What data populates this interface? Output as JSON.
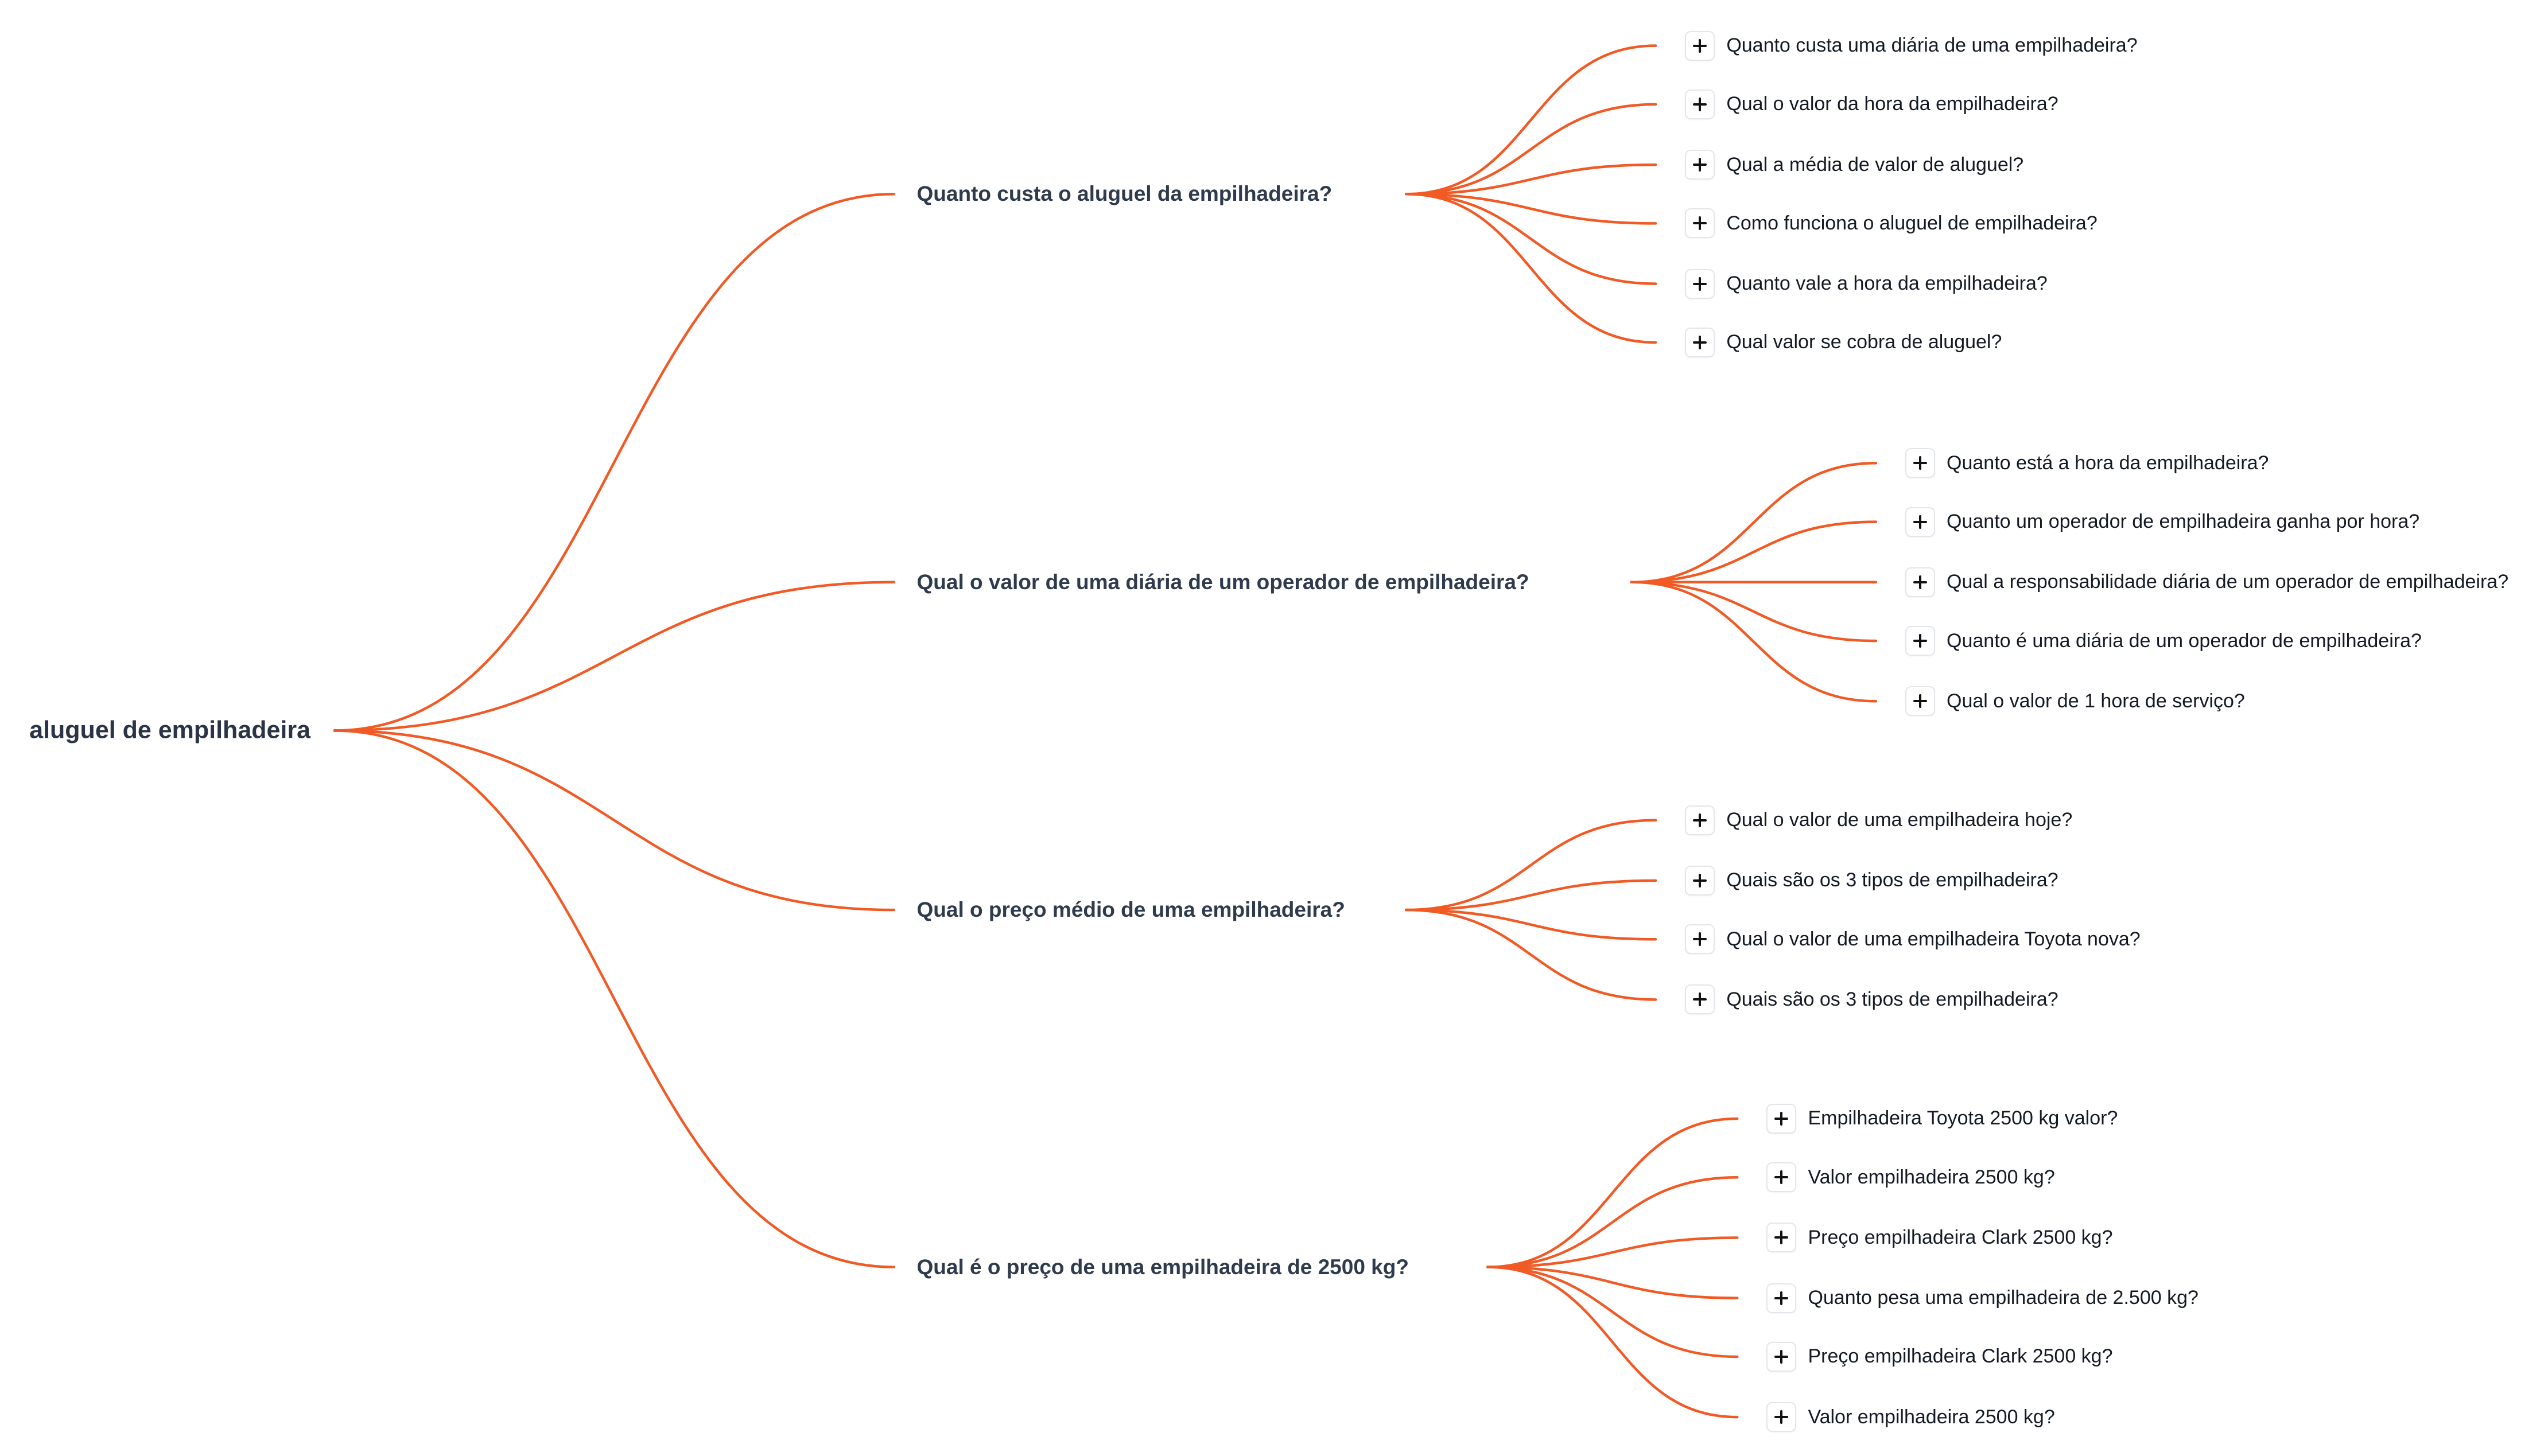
{
  "theme": {
    "link_color": "#f15a24",
    "root_color": "#2b3446",
    "branch_color": "#2f3a4d",
    "leaf_color": "#141a24"
  },
  "icons": {
    "expand": "plus-icon"
  },
  "root": {
    "label": "aluguel de empilhadeira"
  },
  "branches": [
    {
      "label": "Quanto custa o aluguel da empilhadeira?",
      "children": [
        "Quanto custa uma diária de uma empilhadeira?",
        "Qual o valor da hora da empilhadeira?",
        "Qual a média de valor de aluguel?",
        "Como funciona o aluguel de empilhadeira?",
        "Quanto vale a hora da empilhadeira?",
        "Qual valor se cobra de aluguel?"
      ]
    },
    {
      "label": "Qual o valor de uma diária de um operador de empilhadeira?",
      "children": [
        "Quanto está a hora da empilhadeira?",
        "Quanto um operador de empilhadeira ganha por hora?",
        "Qual a responsabilidade diária de um operador de empilhadeira?",
        "Quanto é uma diária de um operador de empilhadeira?",
        "Qual o valor de 1 hora de serviço?"
      ]
    },
    {
      "label": "Qual o preço médio de uma empilhadeira?",
      "children": [
        "Qual o valor de uma empilhadeira hoje?",
        "Quais são os 3 tipos de empilhadeira?",
        "Qual o valor de uma empilhadeira Toyota nova?",
        "Quais são os 3 tipos de empilhadeira?"
      ]
    },
    {
      "label": "Qual é o preço de uma empilhadeira de 2500 kg?",
      "children": [
        "Empilhadeira Toyota 2500 kg valor?",
        "Valor empilhadeira 2500 kg?",
        "Preço empilhadeira Clark 2500 kg?",
        "Quanto pesa uma empilhadeira de 2.500 kg?",
        "Preço empilhadeira Clark 2500 kg?",
        "Valor empilhadeira 2500 kg?"
      ]
    }
  ]
}
